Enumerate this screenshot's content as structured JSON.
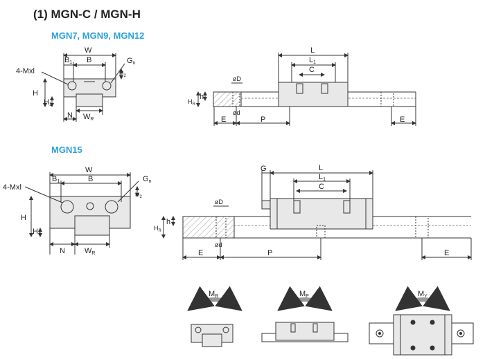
{
  "page": {
    "title": "(1) MGN-C / MGN-H",
    "section_small": "MGN7, MGN9, MGN12",
    "section_large": "MGN15",
    "colors": {
      "accent": "#2aa1d8",
      "line": "#333333",
      "fill": "#e8e8e8",
      "hatch": "#999999"
    }
  },
  "dims": {
    "W": "W",
    "B": "B",
    "B1": "B",
    "B1_sub": "1",
    "G": "G",
    "Gn_sub": "n",
    "M": "4-Mxl",
    "H": "H",
    "H1": "H",
    "H1_sub": "1",
    "H2": "H",
    "H2_sub": "2",
    "N": "N",
    "WR": "W",
    "WR_sub": "R",
    "L": "L",
    "L1": "L",
    "L1_sub": "1",
    "C": "C",
    "HR": "H",
    "HR_sub": "R",
    "h": "h",
    "D": "øD",
    "d": "ød",
    "E": "E",
    "P": "P"
  },
  "moments": {
    "M": "M",
    "MR_sub": "R",
    "MP_sub": "P",
    "MY_sub": "Y"
  }
}
